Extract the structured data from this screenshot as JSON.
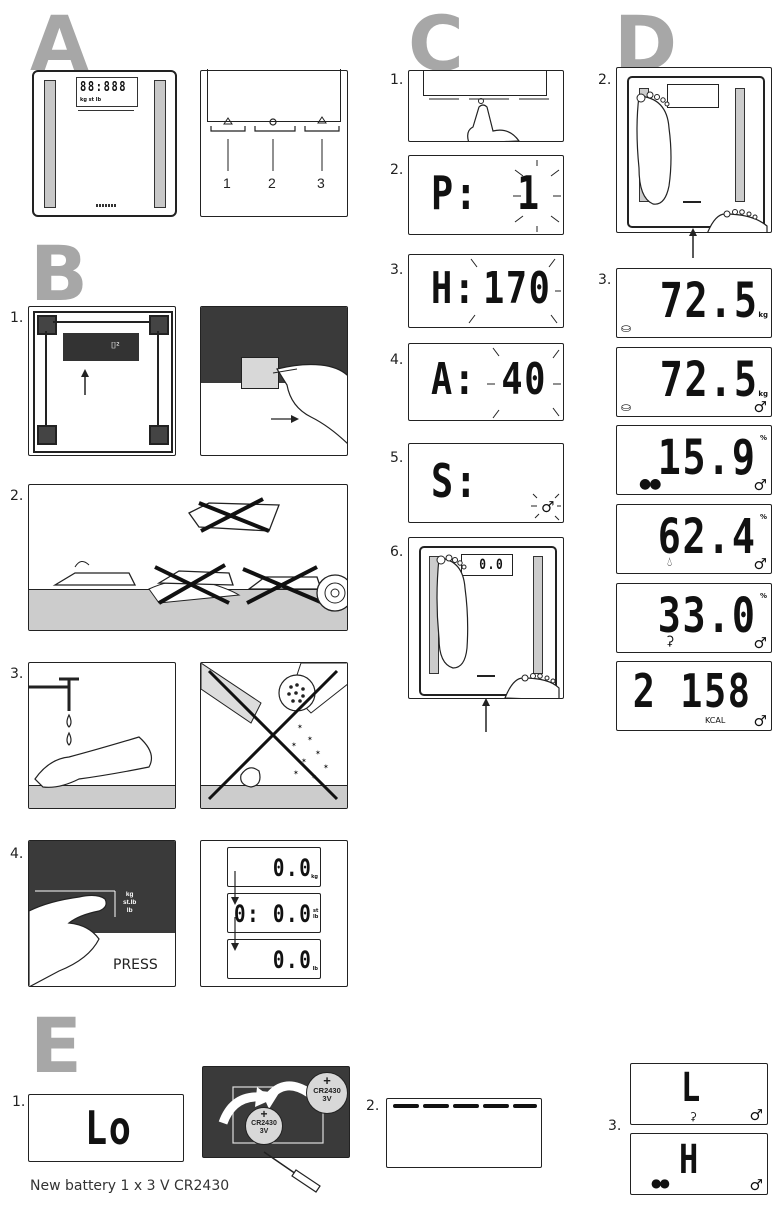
{
  "sections": {
    "a": "A",
    "b": "B",
    "c": "C",
    "d": "D",
    "e": "E"
  },
  "section_a": {
    "display": "88:888",
    "units": "kg st lb",
    "button_labels": [
      "1",
      "2",
      "3"
    ]
  },
  "section_b": {
    "steps": [
      "1.",
      "2.",
      "3.",
      "4."
    ],
    "press_label": "PRESS",
    "unit_labels": [
      "kg",
      "st.lb",
      "lb"
    ],
    "display_rows": [
      {
        "prefix": "",
        "value": "0.0",
        "unit": "kg"
      },
      {
        "prefix": "0:",
        "value": "0.0",
        "unit": "st lb"
      },
      {
        "prefix": "",
        "value": "0.0",
        "unit": "lb"
      }
    ]
  },
  "section_c": {
    "steps": [
      "1.",
      "2.",
      "3.",
      "4.",
      "5.",
      "6."
    ],
    "displays": [
      {
        "label": "P:",
        "value": "1"
      },
      {
        "label": "H:",
        "value": "170"
      },
      {
        "label": "A:",
        "value": "40"
      },
      {
        "label": "S:",
        "value": ""
      }
    ],
    "scale_display": "0.0"
  },
  "section_d": {
    "steps": [
      "2.",
      "3."
    ],
    "readings": [
      {
        "value": "72.5",
        "unit": "kg",
        "gender": ""
      },
      {
        "value": "72.5",
        "unit": "kg",
        "gender": "♂"
      },
      {
        "value": "15.9",
        "unit": "%",
        "gender": "♂"
      },
      {
        "value": "62.4",
        "unit": "%",
        "gender": "♂"
      },
      {
        "value": "33.0",
        "unit": "%",
        "gender": "♂"
      },
      {
        "value": "2 158",
        "unit": "KCAL",
        "gender": "♂"
      }
    ]
  },
  "section_e": {
    "steps": [
      "1.",
      "2.",
      "3."
    ],
    "low_display": "Lo",
    "battery_type": "CR2430",
    "battery_voltage": "3V",
    "battery_caption": "New battery 1 x 3 V  CR2430",
    "error_l": "L",
    "error_h": "H",
    "gender": "♂"
  }
}
